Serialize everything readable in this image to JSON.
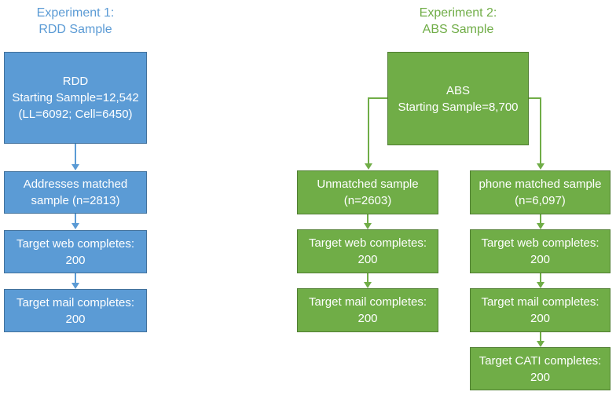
{
  "colors": {
    "blue_fill": "#5b9bd5",
    "blue_border": "#41719c",
    "green_fill": "#70ad47",
    "green_border": "#507e32",
    "node_text": "#ffffff"
  },
  "experiment1": {
    "title": [
      "Experiment 1:",
      "RDD Sample"
    ],
    "nodes": {
      "start": {
        "lines": [
          "RDD",
          "Starting Sample=12,542",
          "(LL=6092; Cell=6450)"
        ]
      },
      "matched": {
        "lines": [
          "Addresses matched",
          "sample (n=2813)"
        ]
      },
      "web": {
        "lines": [
          "Target web completes:",
          "200"
        ]
      },
      "mail": {
        "lines": [
          "Target mail completes:",
          "200"
        ]
      }
    }
  },
  "experiment2": {
    "title": [
      "Experiment 2:",
      "ABS Sample"
    ],
    "nodes": {
      "start": {
        "lines": [
          "ABS",
          "Starting Sample=8,700"
        ]
      },
      "unmatched": {
        "lines": [
          "Unmatched sample",
          "(n=2603)"
        ]
      },
      "unmatched_web": {
        "lines": [
          "Target web completes:",
          "200"
        ]
      },
      "unmatched_mail": {
        "lines": [
          "Target mail completes:",
          "200"
        ]
      },
      "phone": {
        "lines": [
          "phone matched sample",
          "(n=6,097)"
        ]
      },
      "phone_web": {
        "lines": [
          "Target web completes:",
          "200"
        ]
      },
      "phone_mail": {
        "lines": [
          "Target mail completes:",
          "200"
        ]
      },
      "phone_cati": {
        "lines": [
          "Target CATI completes:",
          "200"
        ]
      }
    }
  }
}
